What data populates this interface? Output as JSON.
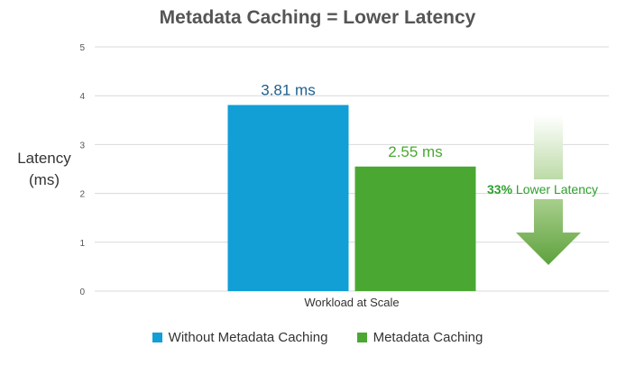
{
  "chart_data": {
    "type": "bar",
    "title": "Metadata Caching = Lower Latency",
    "ylabel_lines": [
      "Latency",
      "(ms)"
    ],
    "xlabel": "Workload at Scale",
    "categories": [
      "Workload at Scale"
    ],
    "ylim": [
      0,
      5
    ],
    "yticks": [
      0,
      1,
      2,
      3,
      4,
      5
    ],
    "grid": true,
    "legend_position": "bottom",
    "series": [
      {
        "name": "Without Metadata Caching",
        "values": [
          3.81
        ],
        "label": "3.81 ms",
        "color": "#119fd6",
        "label_color": "#1f5f8b"
      },
      {
        "name": "Metadata Caching",
        "values": [
          2.55
        ],
        "label": "2.55 ms",
        "color": "#4aa832",
        "label_color": "#4aa832"
      }
    ],
    "annotation": {
      "percent": "33%",
      "text": " Lower Latency",
      "icon": "down-arrow-icon",
      "color": "#2f9e2f"
    }
  }
}
